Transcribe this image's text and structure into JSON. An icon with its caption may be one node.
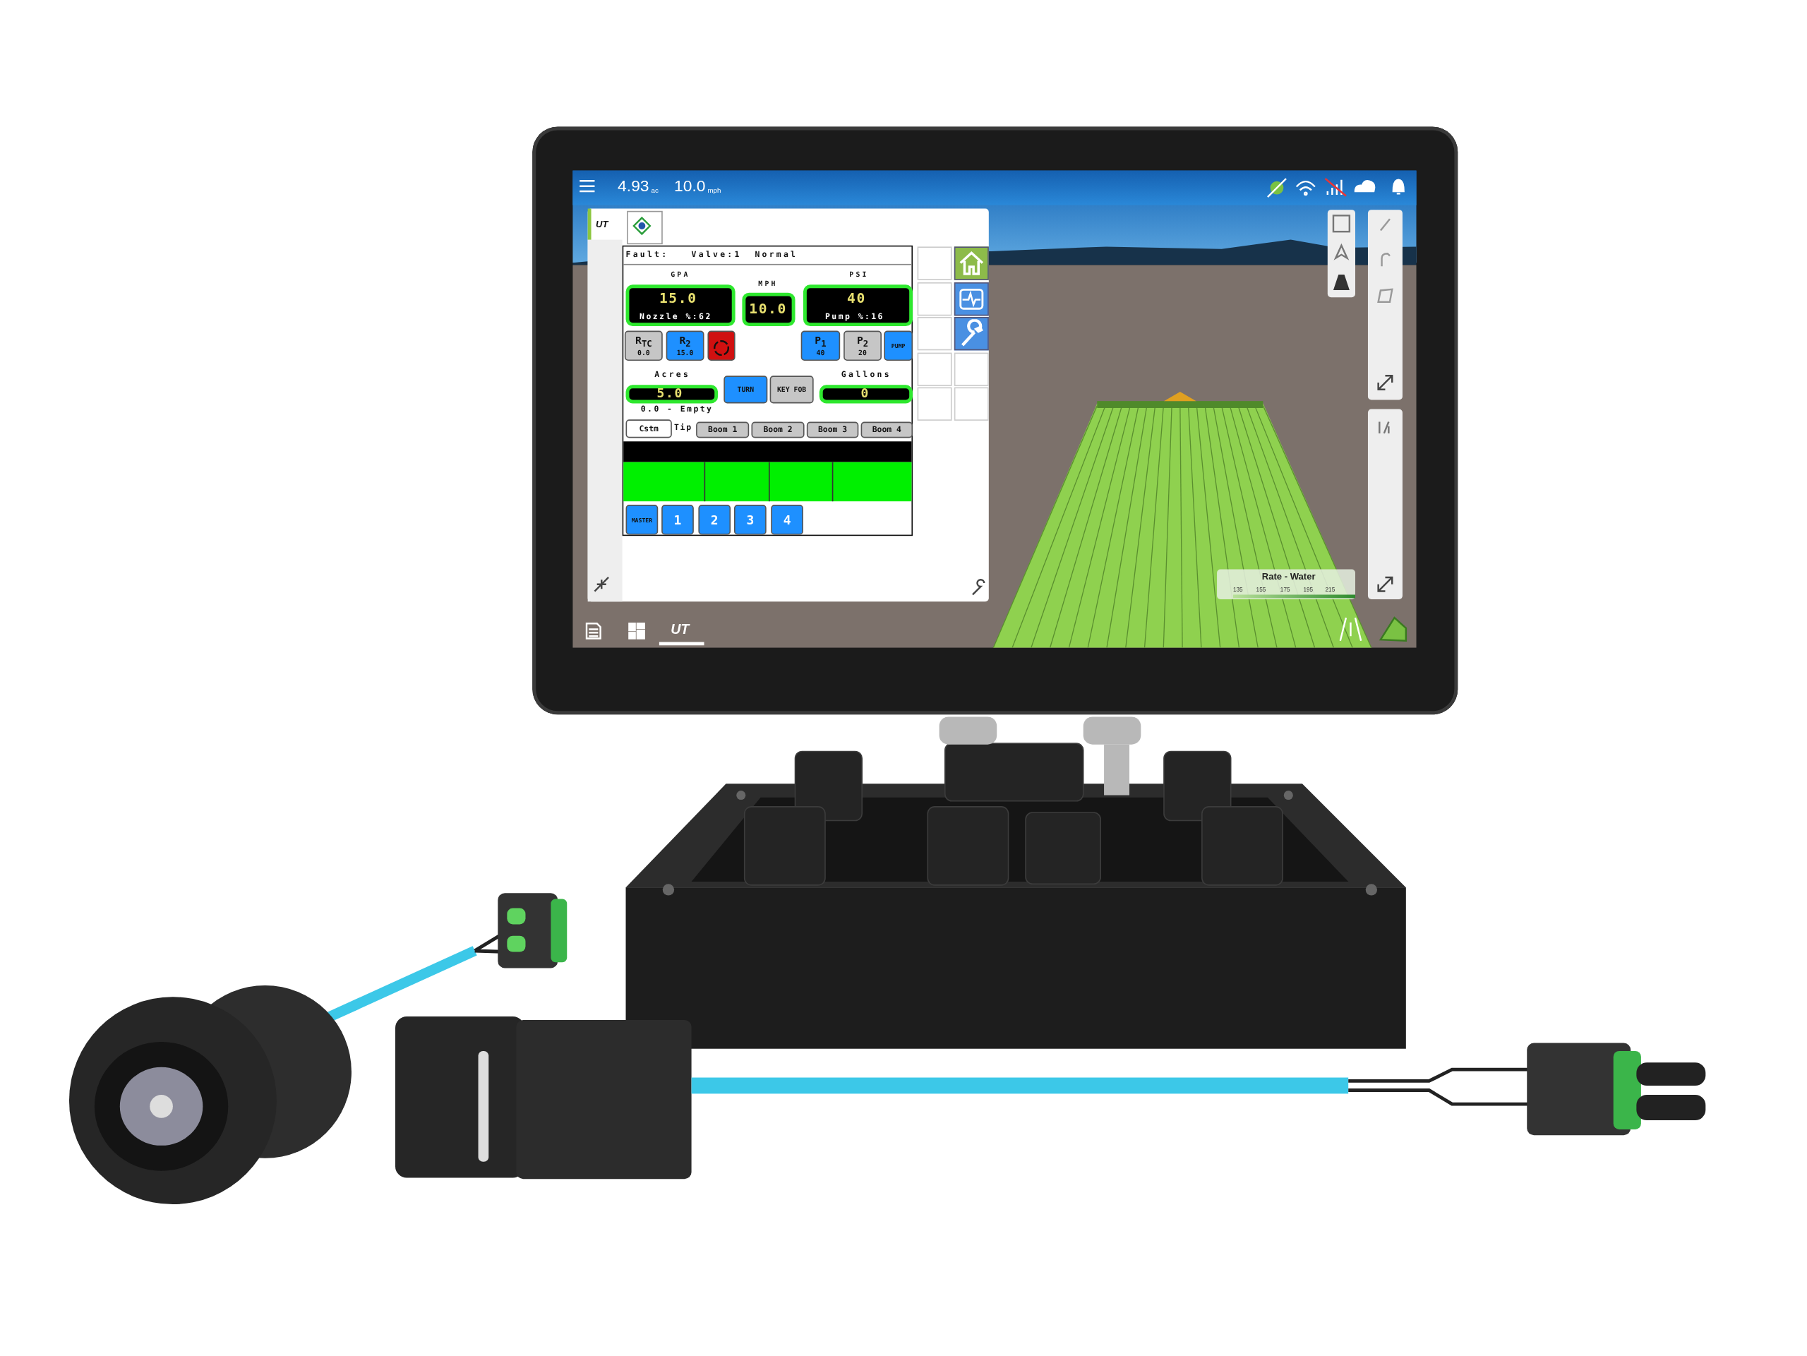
{
  "diagram": {
    "labels": [
      "4.93",
      "ac",
      "10.0",
      "mph",
      "UT",
      "Fault:",
      "Valve:1",
      "Normal",
      "GPA",
      "MPH",
      "PSI",
      "15.0",
      "Nozzle %:62",
      "10.0",
      "40",
      "Pump %:16",
      "R$_{TC}$",
      "0.0",
      "R$_{2}$",
      "15.0",
      "P$_{1}$",
      "40",
      "P$_{2}$",
      "20",
      "PUMP",
      "Acres",
      "5.0",
      "0.0 - Empty",
      "TURN",
      "KEY FOB",
      "Gallons",
      "0",
      "Cstm",
      "Tip",
      "Boom 1",
      "Boom 2",
      "Boom 3",
      "Boom 4",
      "MASTER",
      "1",
      "2",
      "3",
      "4",
      "Rate - Water",
      "135",
      "155",
      "175",
      "195",
      "215",
      "UT"
    ]
  }
}
